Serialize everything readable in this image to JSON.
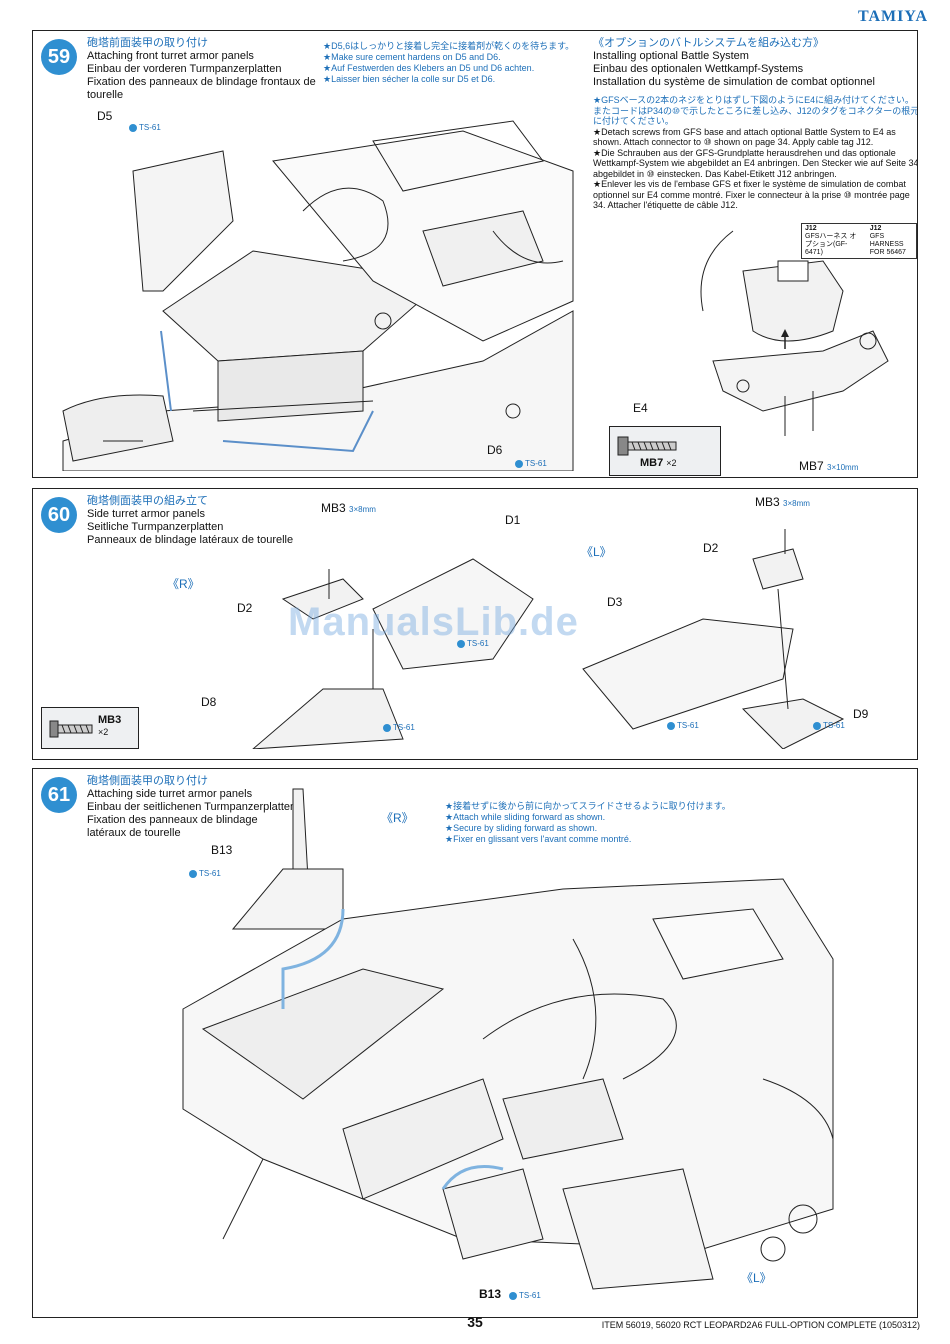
{
  "brand": "TAMIYA",
  "watermark": "ManualsLib.de",
  "step59": {
    "number": "59",
    "title_jp": "砲塔前面装甲の取り付け",
    "title_en": "Attaching front turret armor panels",
    "title_de": "Einbau der vorderen Turmpanzerplatten",
    "title_fr": "Fixation des panneaux de blindage frontaux de tourelle",
    "notes": [
      "★D5,6はしっかりと接着し完全に接着剤が乾くのを待ちます。",
      "★Make sure cement hardens on D5 and D6.",
      "★Auf Festwerden des Klebers an D5 und D6 achten.",
      "★Laisser bien sécher la colle sur D5 et D6."
    ],
    "labels": {
      "d5": "D5",
      "d6": "D6",
      "ts61a": "TS-61",
      "ts61b": "TS-61",
      "e4": "E4",
      "mb7": "MB7",
      "mb7dim": "3×10mm",
      "mb7box": "MB7",
      "mb7qty": "×2"
    },
    "option": {
      "title_jp": "《オプションのバトルシステムを組み込む方》",
      "title_en": "Installing optional Battle System",
      "title_de": "Einbau des optionalen Wettkampf-Systems",
      "title_fr": "Installation du système de simulation de combat optionnel",
      "note_jp": "★GFSベースの2本のネジをとりはずし下図のようにE4に組み付けてください。またコードはP34の⑩で示したところに差し込み、J12のタグをコネクターの根元に付けてください。",
      "note_en": "★Detach screws from GFS base and attach optional Battle System to E4 as shown. Attach connector to ⑩ shown on page 34. Apply cable tag J12.",
      "note_de": "★Die Schrauben aus der GFS-Grundplatte herausdrehen und das optionale Wettkampf-System wie abgebildet an E4 anbringen. Den Stecker wie auf Seite 34 abgebildet in ⑩ einstecken. Das Kabel-Etikett J12 anbringen.",
      "note_fr": "★Enlever les vis de l'embase GFS et fixer le système de simulation de combat optionnel sur E4 comme montré. Fixer le connecteur à la prise ⑩ montrée page 34. Attacher l'étiquette de câble J12.",
      "tag_left_code": "J12",
      "tag_left_text": "GFSハーネス オプション(GF-6471)",
      "tag_right_code": "J12",
      "tag_right_text": "GFS HARNESS FOR 56467"
    }
  },
  "step60": {
    "number": "60",
    "title_jp": "砲塔側面装甲の組み立て",
    "title_en": "Side turret armor panels",
    "title_de": "Seitliche Turmpanzerplatten",
    "title_fr": "Panneaux de blindage latéraux de tourelle",
    "labels": {
      "mb3a": "MB3",
      "mb3a_dim": "3×8mm",
      "mb3b": "MB3",
      "mb3b_dim": "3×8mm",
      "d1": "D1",
      "d2a": "D2",
      "d2b": "D2",
      "d3": "D3",
      "d8": "D8",
      "d9": "D9",
      "r": "《R》",
      "l": "《L》",
      "ts1": "TS-61",
      "ts2": "TS-61",
      "ts3": "TS-61",
      "ts4": "TS-61",
      "mb3box": "MB3",
      "mb3qty": "×2"
    }
  },
  "step61": {
    "number": "61",
    "title_jp": "砲塔側面装甲の取り付け",
    "title_en": "Attaching side turret armor panels",
    "title_de": "Einbau der seitlichenen Turmpanzerplatten",
    "title_fr": "Fixation des panneaux de blindage latéraux de tourelle",
    "notes": [
      "★接着せずに後から前に向かってスライドさせるように取り付けます。",
      "★Attach while sliding forward as shown.",
      "★Secure by sliding forward as shown.",
      "★Fixer en glissant vers l'avant comme montré."
    ],
    "labels": {
      "b13a": "B13",
      "b13b": "B13",
      "ts1": "TS-61",
      "ts2": "TS-61",
      "r": "《R》",
      "l": "《L》"
    }
  },
  "footer": {
    "page": "35",
    "item": "ITEM 56019, 56020  RCT LEOPARD2A6 FULL-OPTION COMPLETE (1050312)"
  }
}
